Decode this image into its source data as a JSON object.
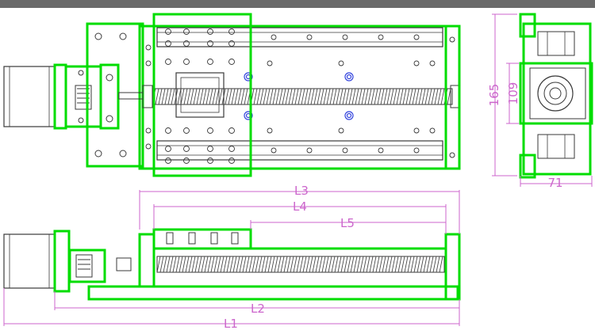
{
  "colors": {
    "outline": "#00dd00",
    "linework": "#3a3a3a",
    "dimension": "#cc66cc",
    "hole_accent": "#3344dd",
    "top_bar": "#6a6a6a"
  },
  "dimensions": {
    "l1": "L1",
    "l2": "L2",
    "l3": "L3",
    "l4": "L4",
    "l5": "L5",
    "height_165": "165",
    "height_109": "109",
    "width_71": "71"
  }
}
